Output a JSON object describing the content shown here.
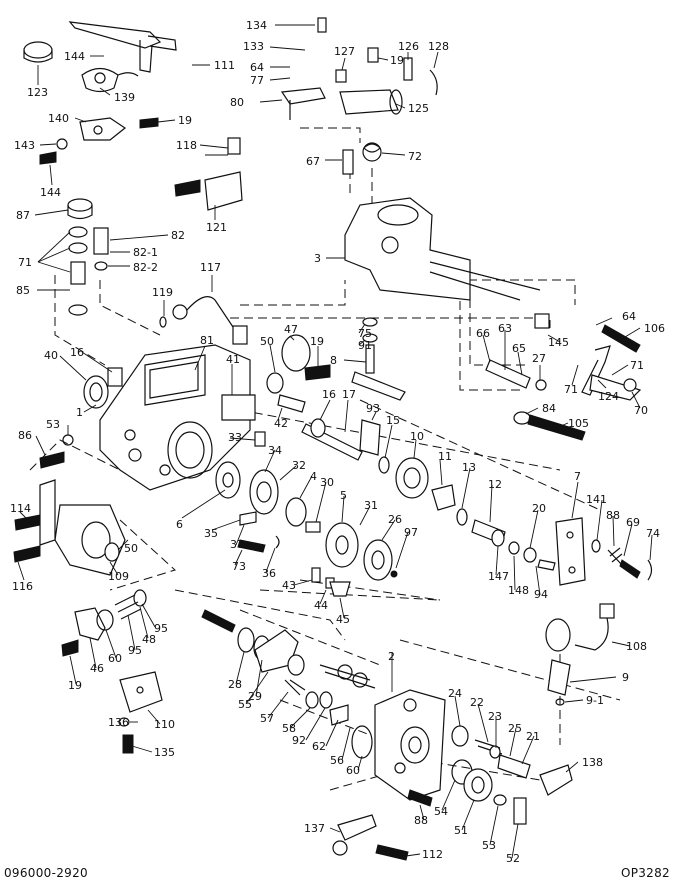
{
  "diagram": {
    "drawing_number": "096000-2920",
    "sheet_code": "OP3282",
    "callouts": [
      {
        "id": "134",
        "text": "134"
      },
      {
        "id": "133",
        "text": "133"
      },
      {
        "id": "64a",
        "text": "64"
      },
      {
        "id": "77",
        "text": "77"
      },
      {
        "id": "127",
        "text": "127"
      },
      {
        "id": "19a",
        "text": "19"
      },
      {
        "id": "126",
        "text": "126"
      },
      {
        "id": "128",
        "text": "128"
      },
      {
        "id": "123",
        "text": "123"
      },
      {
        "id": "144a",
        "text": "144"
      },
      {
        "id": "111",
        "text": "111"
      },
      {
        "id": "139",
        "text": "139"
      },
      {
        "id": "80",
        "text": "80"
      },
      {
        "id": "125",
        "text": "125"
      },
      {
        "id": "140",
        "text": "140"
      },
      {
        "id": "19b",
        "text": "19"
      },
      {
        "id": "143",
        "text": "143"
      },
      {
        "id": "144b",
        "text": "144"
      },
      {
        "id": "118",
        "text": "118"
      },
      {
        "id": "67",
        "text": "67"
      },
      {
        "id": "72",
        "text": "72"
      },
      {
        "id": "87",
        "text": "87"
      },
      {
        "id": "121",
        "text": "121"
      },
      {
        "id": "71a",
        "text": "71"
      },
      {
        "id": "82",
        "text": "82"
      },
      {
        "id": "82-1",
        "text": "82-1"
      },
      {
        "id": "82-2",
        "text": "82-2"
      },
      {
        "id": "3",
        "text": "3"
      },
      {
        "id": "85",
        "text": "85"
      },
      {
        "id": "117",
        "text": "117"
      },
      {
        "id": "119",
        "text": "119"
      },
      {
        "id": "64b",
        "text": "64"
      },
      {
        "id": "106",
        "text": "106"
      },
      {
        "id": "75",
        "text": "75"
      },
      {
        "id": "91",
        "text": "91"
      },
      {
        "id": "47",
        "text": "47"
      },
      {
        "id": "81",
        "text": "81"
      },
      {
        "id": "66",
        "text": "66"
      },
      {
        "id": "63",
        "text": "63"
      },
      {
        "id": "145",
        "text": "145"
      },
      {
        "id": "40",
        "text": "40"
      },
      {
        "id": "16a",
        "text": "16"
      },
      {
        "id": "50a",
        "text": "50"
      },
      {
        "id": "19c",
        "text": "19"
      },
      {
        "id": "8",
        "text": "8"
      },
      {
        "id": "65",
        "text": "65"
      },
      {
        "id": "27",
        "text": "27"
      },
      {
        "id": "71b",
        "text": "71"
      },
      {
        "id": "71c",
        "text": "71"
      },
      {
        "id": "41",
        "text": "41"
      },
      {
        "id": "124",
        "text": "124"
      },
      {
        "id": "70",
        "text": "70"
      },
      {
        "id": "1",
        "text": "1"
      },
      {
        "id": "42",
        "text": "42"
      },
      {
        "id": "16b",
        "text": "16"
      },
      {
        "id": "17",
        "text": "17"
      },
      {
        "id": "93",
        "text": "93"
      },
      {
        "id": "84",
        "text": "84"
      },
      {
        "id": "105",
        "text": "105"
      },
      {
        "id": "53a",
        "text": "53"
      },
      {
        "id": "33",
        "text": "33"
      },
      {
        "id": "15",
        "text": "15"
      },
      {
        "id": "10",
        "text": "10"
      },
      {
        "id": "86",
        "text": "86"
      },
      {
        "id": "34",
        "text": "34"
      },
      {
        "id": "11",
        "text": "11"
      },
      {
        "id": "32",
        "text": "32"
      },
      {
        "id": "4",
        "text": "4"
      },
      {
        "id": "13",
        "text": "13"
      },
      {
        "id": "30",
        "text": "30"
      },
      {
        "id": "7",
        "text": "7"
      },
      {
        "id": "5",
        "text": "5"
      },
      {
        "id": "12",
        "text": "12"
      },
      {
        "id": "141",
        "text": "141"
      },
      {
        "id": "88a",
        "text": "88"
      },
      {
        "id": "114",
        "text": "114"
      },
      {
        "id": "6",
        "text": "6"
      },
      {
        "id": "31",
        "text": "31"
      },
      {
        "id": "20",
        "text": "20"
      },
      {
        "id": "69",
        "text": "69"
      },
      {
        "id": "74",
        "text": "74"
      },
      {
        "id": "35",
        "text": "35"
      },
      {
        "id": "26",
        "text": "26"
      },
      {
        "id": "37",
        "text": "37"
      },
      {
        "id": "97",
        "text": "97"
      },
      {
        "id": "50b",
        "text": "50"
      },
      {
        "id": "147",
        "text": "147"
      },
      {
        "id": "148",
        "text": "148"
      },
      {
        "id": "73",
        "text": "73"
      },
      {
        "id": "36",
        "text": "36"
      },
      {
        "id": "94",
        "text": "94"
      },
      {
        "id": "109",
        "text": "109"
      },
      {
        "id": "116",
        "text": "116"
      },
      {
        "id": "43",
        "text": "43"
      },
      {
        "id": "44",
        "text": "44"
      },
      {
        "id": "45",
        "text": "45"
      },
      {
        "id": "48",
        "text": "48"
      },
      {
        "id": "95a",
        "text": "95"
      },
      {
        "id": "95b",
        "text": "95"
      },
      {
        "id": "108",
        "text": "108"
      },
      {
        "id": "46",
        "text": "46"
      },
      {
        "id": "60",
        "text": "60"
      },
      {
        "id": "19d",
        "text": "19"
      },
      {
        "id": "2",
        "text": "2"
      },
      {
        "id": "9",
        "text": "9"
      },
      {
        "id": "28",
        "text": "28"
      },
      {
        "id": "29",
        "text": "29"
      },
      {
        "id": "55",
        "text": "55"
      },
      {
        "id": "9-1",
        "text": "9-1"
      },
      {
        "id": "110",
        "text": "110"
      },
      {
        "id": "24",
        "text": "24"
      },
      {
        "id": "57",
        "text": "57"
      },
      {
        "id": "22",
        "text": "22"
      },
      {
        "id": "58",
        "text": "58"
      },
      {
        "id": "136",
        "text": "136"
      },
      {
        "id": "92",
        "text": "92"
      },
      {
        "id": "62",
        "text": "62"
      },
      {
        "id": "23",
        "text": "23"
      },
      {
        "id": "25",
        "text": "25"
      },
      {
        "id": "21",
        "text": "21"
      },
      {
        "id": "135",
        "text": "135"
      },
      {
        "id": "56",
        "text": "56"
      },
      {
        "id": "60b",
        "text": "60"
      },
      {
        "id": "138",
        "text": "138"
      },
      {
        "id": "54",
        "text": "54"
      },
      {
        "id": "88b",
        "text": "88"
      },
      {
        "id": "51",
        "text": "51"
      },
      {
        "id": "53b",
        "text": "53"
      },
      {
        "id": "137",
        "text": "137"
      },
      {
        "id": "112",
        "text": "112"
      },
      {
        "id": "52",
        "text": "52"
      }
    ]
  }
}
